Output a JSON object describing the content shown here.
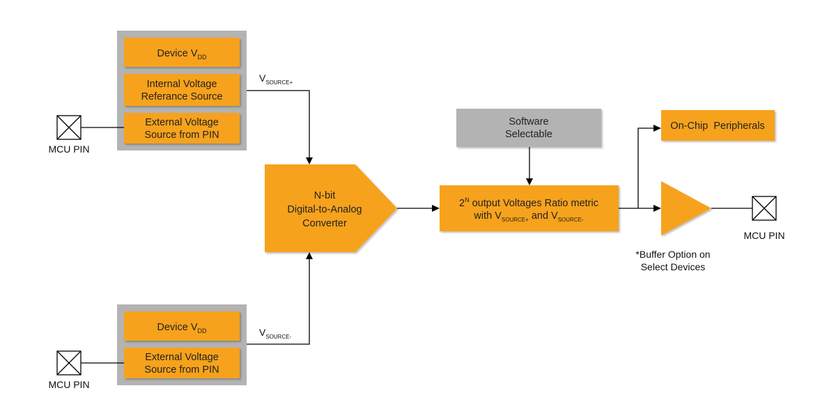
{
  "colors": {
    "orange": "#f7a21b",
    "gray_group": "#b3b3b3",
    "gray_box": "#b3b3b3",
    "line": "#000000"
  },
  "icons": {
    "pin": "crossed-box-icon",
    "arrow": "arrowhead-icon"
  },
  "sources_top": {
    "device_vdd": {
      "main": "Device V",
      "sub": "DD"
    },
    "internal_ref": {
      "line1": "Internal Voltage",
      "line2": "Referance Source"
    },
    "external_pin": {
      "line1": "External Voltage",
      "line2": "Source from PIN"
    }
  },
  "sources_bottom": {
    "device_vdd": {
      "main": "Device V",
      "sub": "DD"
    },
    "external_pin": {
      "line1": "External Voltage",
      "line2": "Source from PIN"
    }
  },
  "pins": {
    "top_left": "MCU PIN",
    "bottom_left": "MCU PIN",
    "right": "MCU PIN"
  },
  "vsource_plus": {
    "main": "V",
    "sub": "SOURCE+"
  },
  "vsource_minus": {
    "main": "V",
    "sub": "SOURCE-"
  },
  "dac": {
    "line1": "N-bit",
    "line2": "Digital-to-Analog",
    "line3": "Converter"
  },
  "software": {
    "line1": "Software",
    "line2": "Selectable"
  },
  "output_box": {
    "l1_a": "2",
    "l1_sup": "N",
    "l1_b": " output Voltages Ratio metric",
    "l2_a": "with V",
    "l2_sub1": "SOURCE+",
    "l2_b": " and V",
    "l2_sub2": "SOURCE-"
  },
  "peripherals": "On-Chip  Peripherals",
  "buffer_note": {
    "line1": "*Buffer Option on",
    "line2": "Select Devices"
  }
}
